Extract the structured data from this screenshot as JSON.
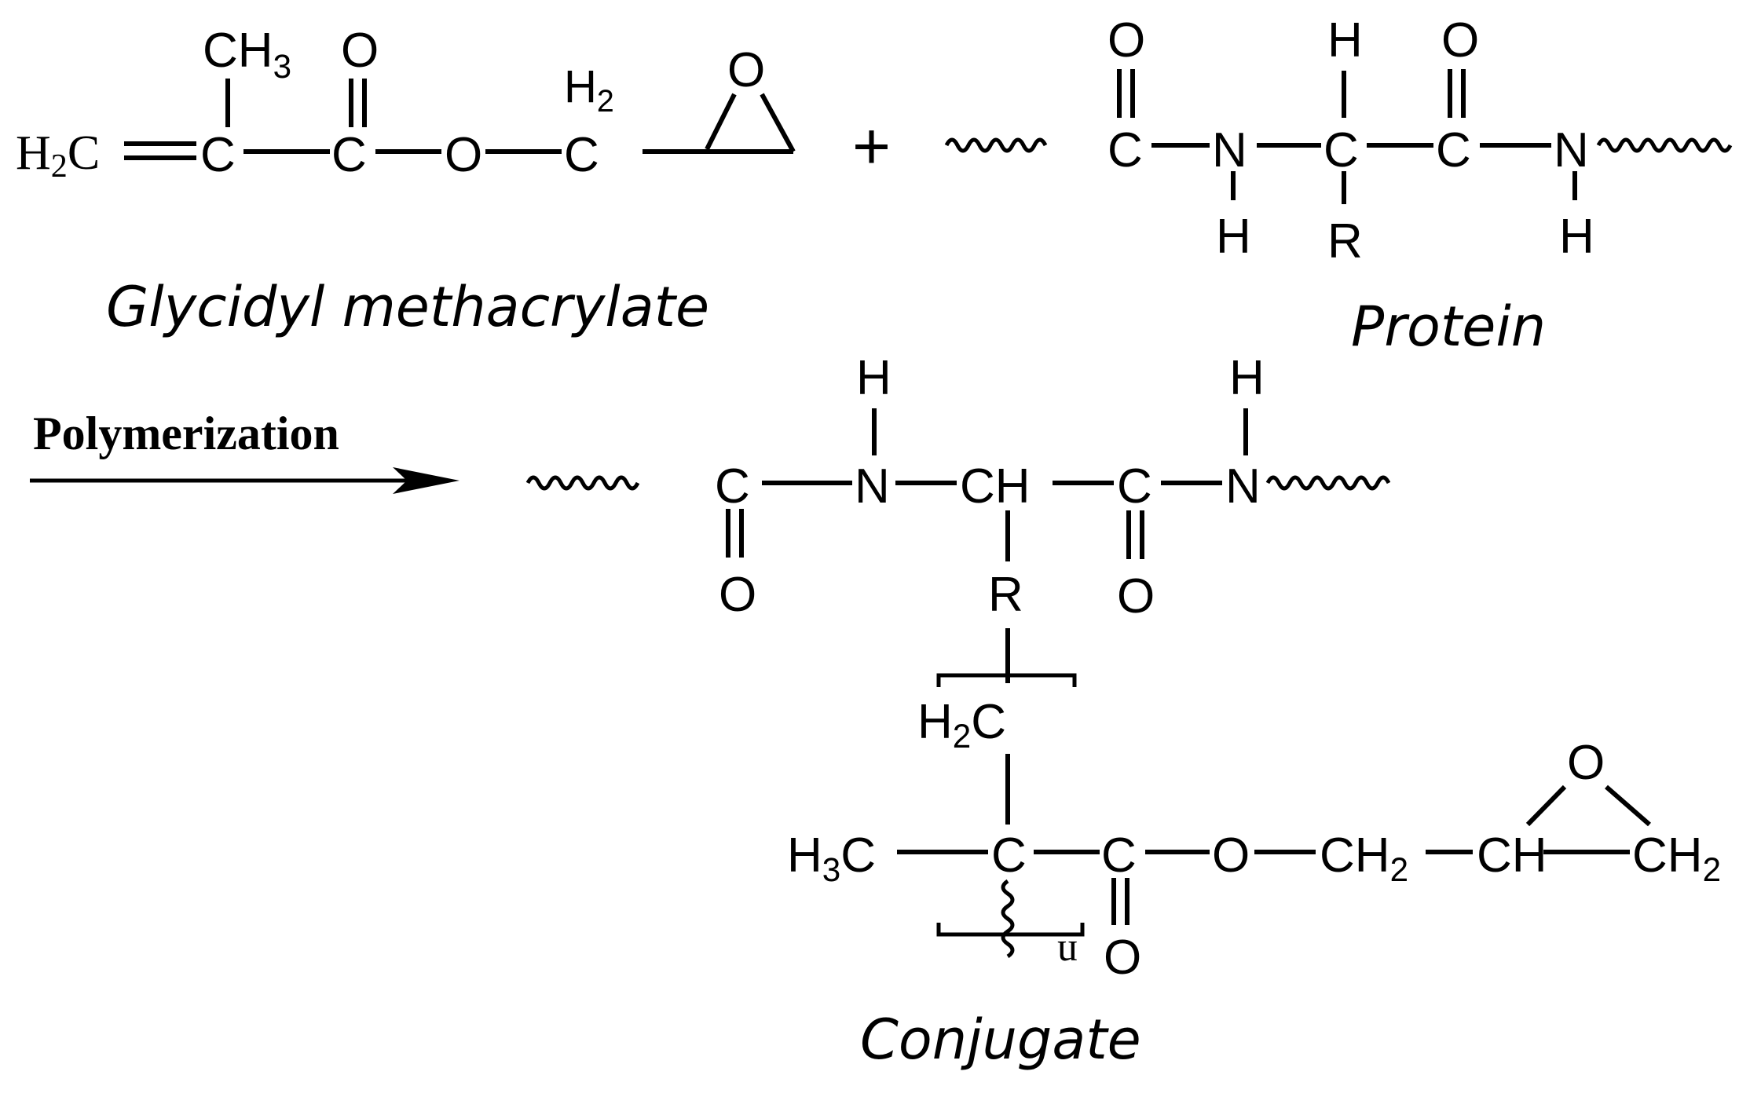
{
  "figure": {
    "labels": {
      "gma": "Glycidyl methacrylate",
      "protein": "Protein",
      "conjugate": "Conjugate",
      "polymerization": "Polymerization",
      "plus": "+",
      "n": "n"
    },
    "gma_atoms": {
      "ch3": "CH",
      "ch3_sub": "3",
      "o_carbonyl": "O",
      "h2_label": "H",
      "h2_sub": "2",
      "h2c_left_h": "H",
      "h2c_left_sub": "2",
      "h2c_left_c": "C",
      "c1": "C",
      "c2": "C",
      "o_ester": "O",
      "c_methylene": "C",
      "o_epoxide": "O"
    },
    "protein_atoms": {
      "o1": "O",
      "h_top": "H",
      "o2": "O",
      "c1": "C",
      "n1": "N",
      "c_alpha": "C",
      "c2": "C",
      "n2": "N",
      "h1": "H",
      "r": "R",
      "h2": "H"
    },
    "conjugate_atoms": {
      "h_n1": "H",
      "h_n2": "H",
      "c1": "C",
      "n1": "N",
      "ch": "CH",
      "c2": "C",
      "n2": "N",
      "o1": "O",
      "r": "R",
      "o2": "O",
      "h2c_h": "H",
      "h2c_sub": "2",
      "h2c_c": "C",
      "h3c_h": "H",
      "h3c_sub": "3",
      "h3c_c": "C",
      "c_quat": "C",
      "c_carbonyl": "C",
      "o_ester": "O",
      "ch2_a": "CH",
      "ch2_a_sub": "2",
      "ch_epox": "CH",
      "ch2_b": "CH",
      "ch2_b_sub": "2",
      "o_epox": "O",
      "o_carbonyl": "O"
    }
  }
}
